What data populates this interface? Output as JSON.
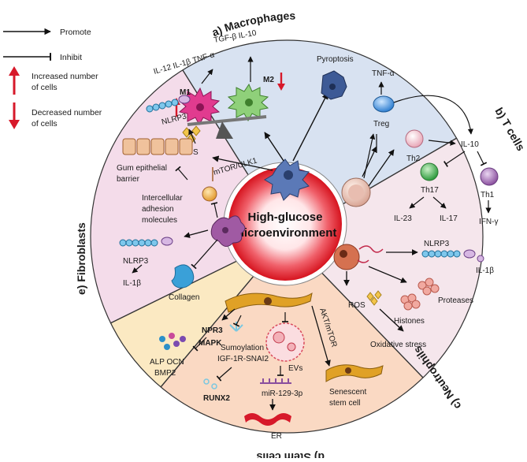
{
  "legend": {
    "promote": "Promote",
    "inhibit": "Inhibit",
    "increased": "Increased number of cells",
    "decreased": "Decreased number of cells"
  },
  "center": {
    "line1": "High-glucose",
    "line2": "microenvironment"
  },
  "sections": {
    "macrophages": {
      "title": "a) Macrophages",
      "il12": "IL-12 IL-1β TNF-α",
      "tgf": "TGF-β IL-10",
      "m1": "M1",
      "m2": "M2",
      "nlrp3": "NLRP3",
      "ros": "ROS",
      "pathway": "mTOR/ULK1",
      "pyroptosis": "Pyroptosis"
    },
    "tcells": {
      "title": "b) T cells",
      "tnf": "TNF-α",
      "treg": "Treg",
      "th2": "Th2",
      "il10": "IL-10",
      "th17": "Th17",
      "th1": "Th1",
      "il23": "IL-23",
      "il17": "IL-17",
      "ifn": "IFN-γ"
    },
    "neutrophils": {
      "title": "c) Neutrophils",
      "nlrp3": "NLRP3",
      "il1b": "IL-1β",
      "proteases": "Proteases",
      "histones": "Histones",
      "ros": "ROS",
      "oxidative": "Oxidative stress"
    },
    "stemcells": {
      "title": "d) Stem cells",
      "npr3": "NPR3",
      "mapk": "MAPK",
      "alp": "ALP OCN",
      "bmp2": "BMP2",
      "sumo1": "Sumoylation of",
      "sumo2": "IGF-1R-SNAI2",
      "runx2": "RUNX2",
      "evs": "EVs",
      "mir": "miR-129-3p",
      "er": "ER",
      "akt": "AKT/mTOR",
      "senescent1": "Senescent",
      "senescent2": "stem cell"
    },
    "fibroblasts": {
      "title": "e) Fibroblasts",
      "gum1": "Gum epithelial",
      "gum2": "barrier",
      "adh1": "Intercellular",
      "adh2": "adhesion",
      "adh3": "molecules",
      "nlrp3": "NLRP3",
      "il1b": "IL-1β",
      "collagen": "Collagen"
    }
  },
  "colors": {
    "macrophages_bg": "#d8e2f1",
    "tcells_bg": "#f5e6ec",
    "neutrophils_bg": "#fad9c3",
    "stemcells_bg": "#fbe9c2",
    "fibroblasts_bg": "#f4dcea",
    "center_red": "#e2192b",
    "arrow_red": "#d7192a"
  }
}
